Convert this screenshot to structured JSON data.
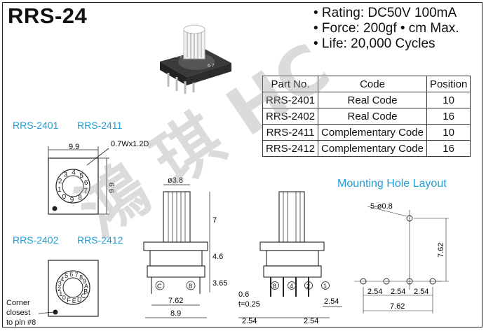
{
  "title": "RRS-24",
  "specs": [
    "• Rating: DC50V 100mA",
    "• Force: 200gf • cm Max.",
    "• Life: 20,000 Cycles"
  ],
  "table": {
    "headers": [
      "Part No.",
      "Code",
      "Position"
    ],
    "rows": [
      [
        "RRS-2401",
        "Real Code",
        "10"
      ],
      [
        "RRS-2402",
        "Real Code",
        "16"
      ],
      [
        "RRS-2411",
        "Complementary Code",
        "10"
      ],
      [
        "RRS-2412",
        "Complementary Code",
        "16"
      ]
    ]
  },
  "labels": {
    "group1a": "RRS-2401",
    "group1b": "RRS-2411",
    "group2a": "RRS-2402",
    "group2b": "RRS-2412",
    "mounting": "Mounting Hole Layout",
    "note": [
      "Corner",
      "closest",
      "to pin #8"
    ]
  },
  "dims": {
    "top_width": "9.9",
    "slot": "0.7Wx1.2D",
    "top_height": "9.9",
    "shaft_dia": "ø3.8",
    "shaft_h": "7",
    "body_h": "4.6",
    "pin_h": "3.65",
    "pin_span": "7.62",
    "body_w": "8.9",
    "pin_t": "0.6",
    "t": "t=0.25",
    "pitch1": "2.54",
    "pitch2": "2.54",
    "pitch3": "2.54",
    "hole": "5-ø0.8",
    "hole_v": "7.62",
    "hole_p1": "2.54",
    "hole_p2": "2.54",
    "hole_p3": "2.54",
    "hole_span": "7.62",
    "pin_c": "C",
    "pin_8": "8",
    "pins": [
      "8",
      "4",
      "2",
      "1"
    ]
  },
  "dial10": [
    "0",
    "1",
    "2",
    "3",
    "4",
    "5",
    "6",
    "7",
    "8",
    "9"
  ],
  "dial16": [
    "0",
    "1",
    "2",
    "3",
    "4",
    "5",
    "6",
    "7",
    "8",
    "9",
    "A",
    "B",
    "C",
    "D",
    "E",
    "F"
  ],
  "watermark": "鴻 琪 HC"
}
